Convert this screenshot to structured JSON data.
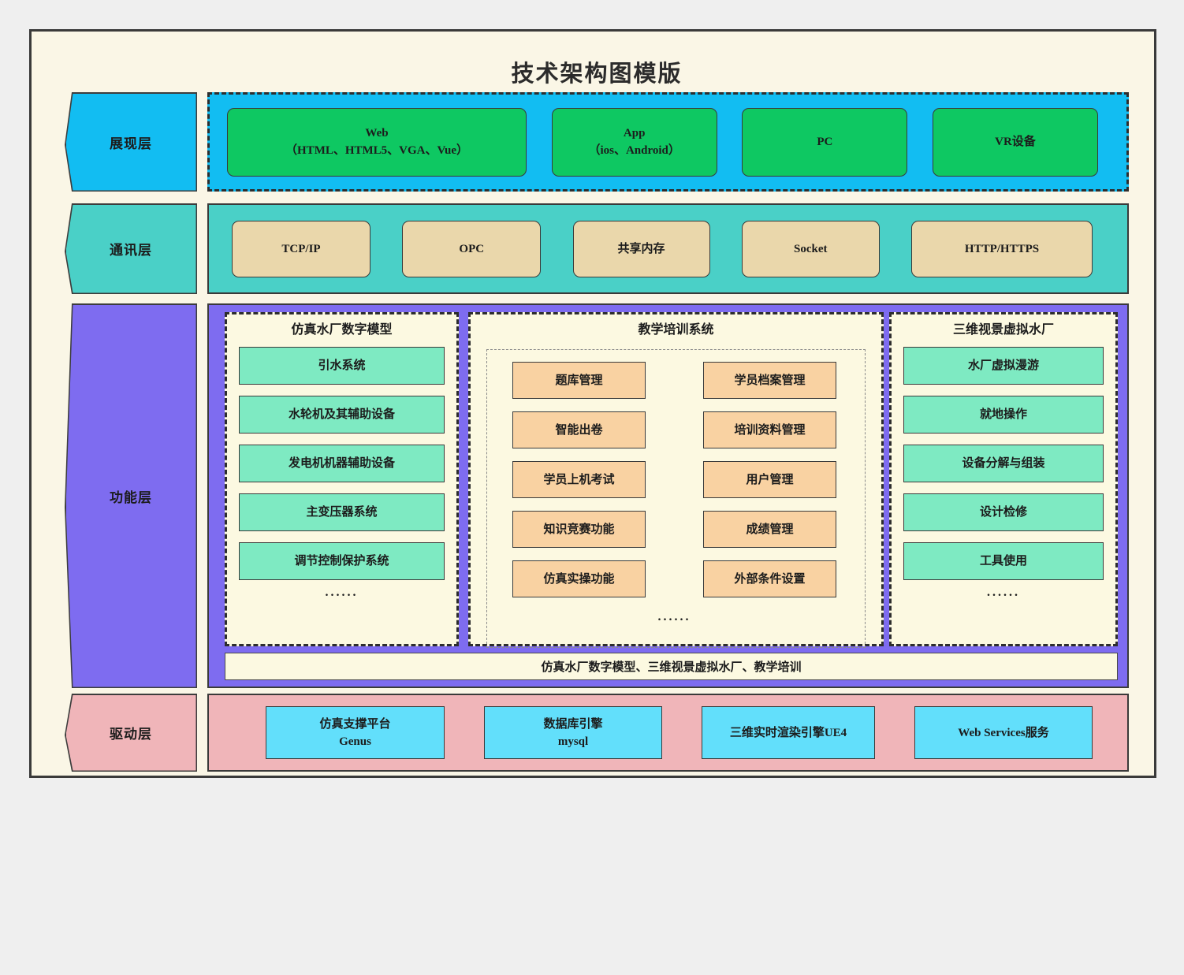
{
  "title": "技术架构图模版",
  "colors": {
    "page_bg": "#efefef",
    "canvas_bg": "#faf6e6",
    "presentation_blue": "#12bdf2",
    "presentation_green": "#0ec862",
    "communication_teal": "#4ad0c7",
    "communication_tan": "#ead7ab",
    "function_purple": "#7e6cf0",
    "function_panel_cream": "#fcf9e1",
    "function_mint": "#7eeac2",
    "function_orange": "#f9d2a2",
    "driver_pink": "#f0b5b9",
    "driver_cyan": "#62dffb",
    "border_dark": "#3a3a3a"
  },
  "presentation": {
    "label": "展现层",
    "items": [
      {
        "name": "Web",
        "detail": "（HTML、HTML5、VGA、Vue）"
      },
      {
        "name": "App",
        "detail": "（ios、Android）"
      },
      {
        "name": "PC"
      },
      {
        "name": "VR设备"
      }
    ]
  },
  "communication": {
    "label": "通讯层",
    "items": [
      "TCP/IP",
      "OPC",
      "共享内存",
      "Socket",
      "HTTP/HTTPS"
    ]
  },
  "function": {
    "label": "功能层",
    "panels": [
      {
        "title": "仿真水厂数字模型",
        "items": [
          "引水系统",
          "水轮机及其辅助设备",
          "发电机机器辅助设备",
          "主变压器系统",
          "调节控制保护系统"
        ],
        "ellipsis": "......"
      },
      {
        "title": "教学培训系统",
        "left_items": [
          "题库管理",
          "智能出卷",
          "学员上机考试",
          "知识竞赛功能",
          "仿真实操功能"
        ],
        "right_items": [
          "学员档案管理",
          "培训资料管理",
          "用户管理",
          "成绩管理",
          "外部条件设置"
        ],
        "ellipsis": "......"
      },
      {
        "title": "三维视景虚拟水厂",
        "items": [
          "水厂虚拟漫游",
          "就地操作",
          "设备分解与组装",
          "设计检修",
          "工具使用"
        ],
        "ellipsis": "......"
      }
    ],
    "footer": "仿真水厂数字模型、三维视景虚拟水厂、教学培训"
  },
  "driver": {
    "label": "驱动层",
    "items": [
      {
        "name": "仿真支撑平台",
        "detail": "Genus"
      },
      {
        "name": "数据库引擎",
        "detail": "mysql"
      },
      {
        "name": "三维实时渲染引擎UE4"
      },
      {
        "name": "Web Services服务"
      }
    ]
  }
}
